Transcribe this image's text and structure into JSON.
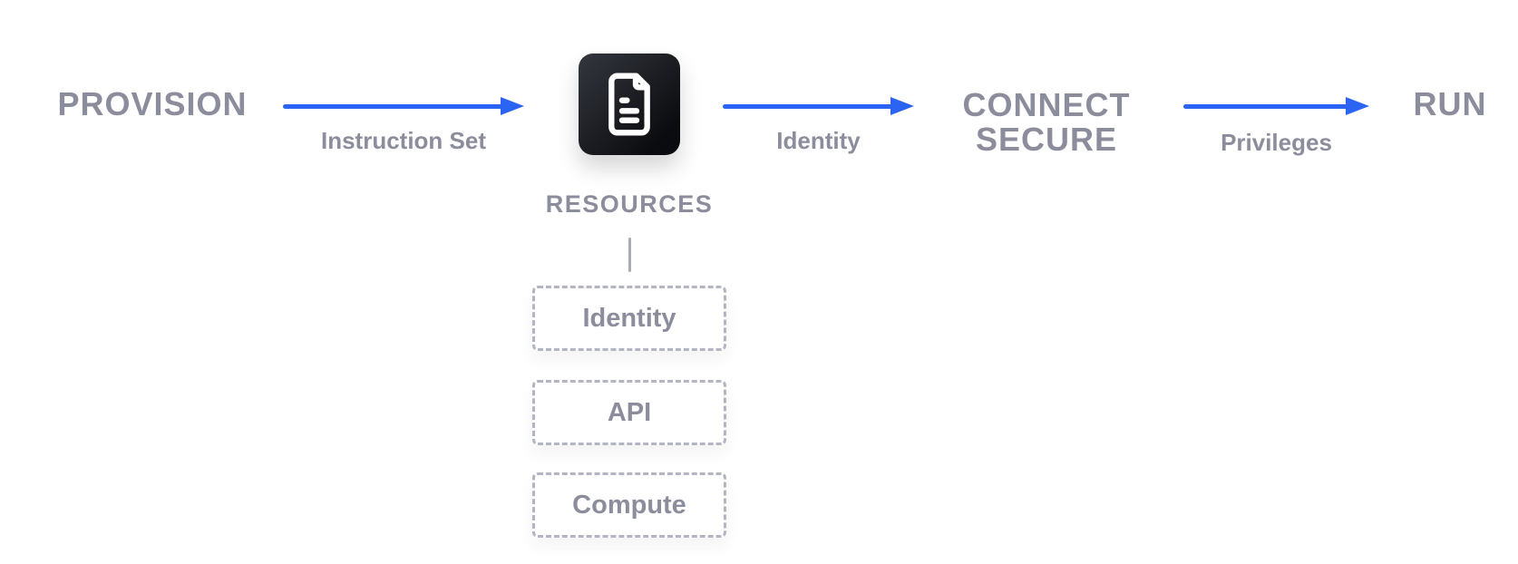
{
  "colors": {
    "text_gray": "#8b8d9c",
    "arrow_blue": "#2b63f2",
    "dash_gray": "#b3b5c2",
    "connector_gray": "#a9abb8",
    "background": "#ffffff",
    "icon_glyph": "#ffffff"
  },
  "flow": {
    "provision_label": "PROVISION",
    "arrow1_label": "Instruction Set",
    "arrow2_label": "Identity",
    "connect_label_line1": "CONNECT",
    "connect_label_line2": "SECURE",
    "arrow3_label": "Privileges",
    "run_label": "RUN",
    "icon": "document-icon"
  },
  "resources": {
    "title": "RESOURCES",
    "items": [
      {
        "label": "Identity"
      },
      {
        "label": "API"
      },
      {
        "label": "Compute"
      }
    ]
  }
}
